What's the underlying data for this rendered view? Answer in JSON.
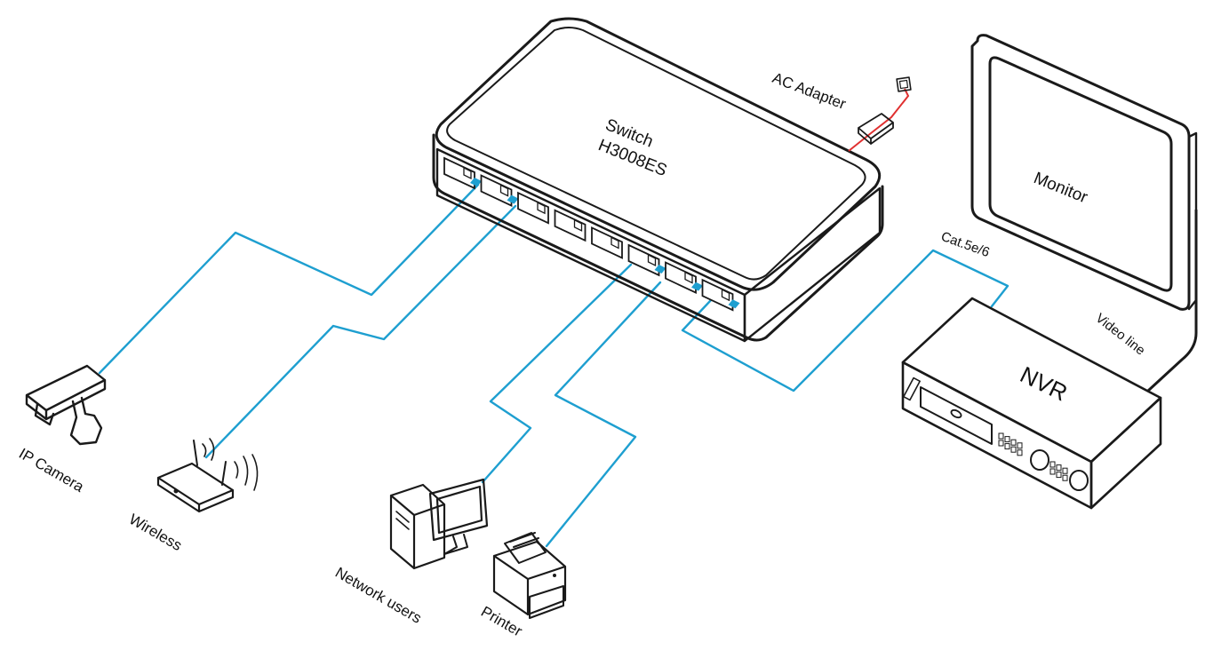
{
  "switch": {
    "name": "Switch",
    "model": "H3008ES",
    "port_count": 8
  },
  "devices": {
    "ip_camera": "IP Camera",
    "wireless": "Wireless",
    "network_users": "Network users",
    "printer": "Printer",
    "nvr": "NVR",
    "monitor": "Monitor"
  },
  "labels": {
    "ac_adapter": "AC Adapter",
    "cable_type": "Cat.5e/6",
    "video_line": "Video line"
  },
  "colors": {
    "ethernet_cable": "#1e9fd0",
    "power_cable": "#e03030",
    "outline": "#1a1a1a"
  },
  "icons": {
    "camera": "cctv-camera-icon",
    "router": "wireless-router-icon",
    "computer": "desktop-computer-icon",
    "printer": "printer-icon",
    "outlet": "power-outlet-icon"
  }
}
